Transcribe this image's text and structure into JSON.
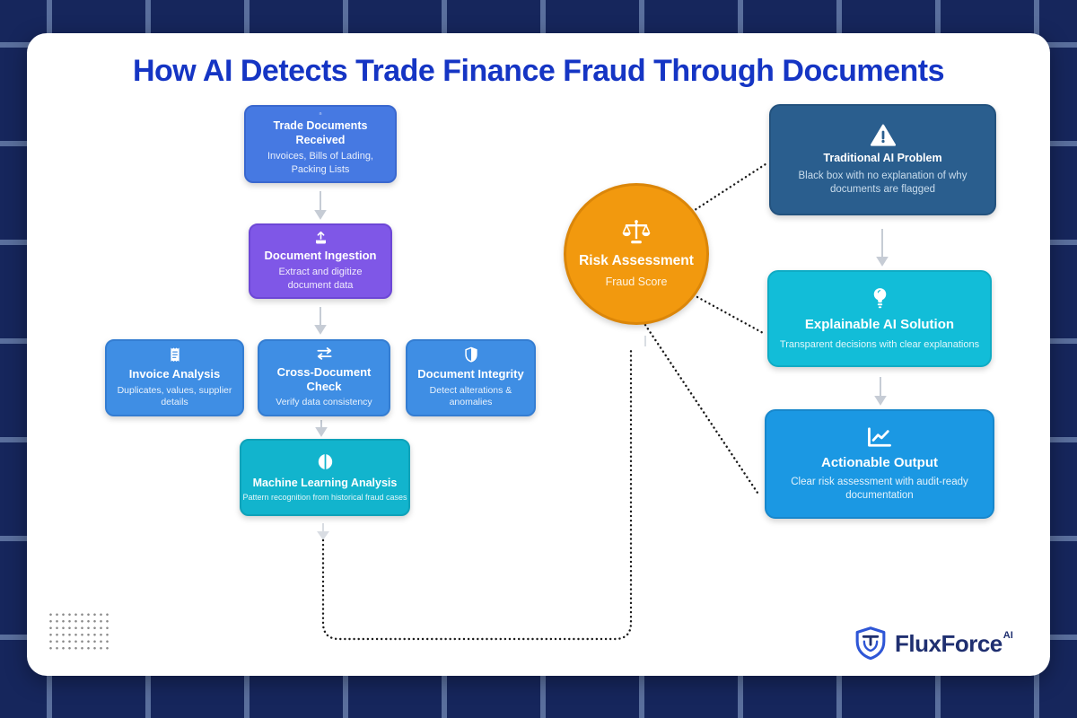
{
  "title": "How AI Detects Trade Finance Fraud Through Documents",
  "colors": {
    "background": "#16265c",
    "grid_line": "#5a6f9d",
    "card": "#ffffff",
    "title_text": "#1535c4",
    "connector_dotted": "#1a1a1a",
    "arrow_gray": "#c6ccd5",
    "node_blue": "#4679e2",
    "node_purple": "#7f57e7",
    "node_azure": "#3f8ee4",
    "node_teal": "#12b4cd",
    "node_orange": "#f2990e",
    "node_steel": "#2a5e8e",
    "node_cyan": "#12bdd8",
    "node_bright_blue": "#1b98e3",
    "logo_navy": "#1f2f70",
    "logo_shield_blue": "#2e56d6"
  },
  "nodes": {
    "trade_documents": {
      "title": "Trade Documents Received",
      "subtitle": "Invoices, Bills of Lading, Packing Lists",
      "icon": "file-icon"
    },
    "document_ingestion": {
      "title": "Document Ingestion",
      "subtitle": "Extract and digitize document data",
      "icon": "upload-icon"
    },
    "invoice_analysis": {
      "title": "Invoice Analysis",
      "subtitle": "Duplicates, values, supplier details",
      "icon": "receipt-icon"
    },
    "cross_document_check": {
      "title": "Cross-Document Check",
      "subtitle": "Verify data consistency",
      "icon": "swap-arrows-icon"
    },
    "document_integrity": {
      "title": "Document Integrity",
      "subtitle": "Detect alterations & anomalies",
      "icon": "shield-icon"
    },
    "machine_learning": {
      "title": "Machine Learning Analysis",
      "subtitle": "Pattern recognition from historical fraud cases",
      "icon": "brain-icon"
    },
    "risk_assessment": {
      "title": "Risk Assessment",
      "subtitle": "Fraud Score",
      "icon": "scales-icon"
    },
    "traditional_ai": {
      "title": "Traditional AI Problem",
      "subtitle": "Black box with no explanation of why documents are flagged",
      "icon": "warning-icon"
    },
    "explainable_ai": {
      "title": "Explainable AI Solution",
      "subtitle": "Transparent decisions with clear explanations",
      "icon": "lightbulb-icon"
    },
    "actionable_output": {
      "title": "Actionable Output",
      "subtitle": "Clear risk assessment with audit-ready documentation",
      "icon": "chart-line-icon"
    }
  },
  "footer_logo": {
    "brand": "FluxForce",
    "suffix": "AI"
  }
}
